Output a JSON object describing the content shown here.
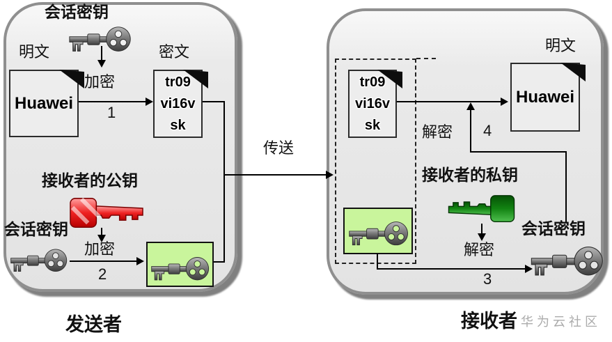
{
  "sender": {
    "panel_label": "发送者",
    "session_key_top_label": "会话密钥",
    "plaintext_label": "明文",
    "plaintext_doc_text": "Huawei",
    "encrypt_step1_label": "加密",
    "step1_number": "1",
    "ciphertext_label": "密文",
    "cipher_doc_lines": [
      "tr09",
      "vi16v",
      "sk"
    ],
    "receiver_public_key_label": "接收者的公钥",
    "session_key_bottom_label": "会话密钥",
    "encrypt_step2_label": "加密",
    "step2_number": "2"
  },
  "transmission_label": "传送",
  "receiver": {
    "panel_label": "接收者",
    "cipher_doc_lines": [
      "tr09",
      "vi16v",
      "sk"
    ],
    "decrypt_step4_label": "解密",
    "step4_number": "4",
    "plaintext_label": "明文",
    "plaintext_doc_text": "Huawei",
    "receiver_private_key_label": "接收者的私钥",
    "decrypt_step3_label": "解密",
    "session_key_label": "会话密钥",
    "step3_number": "3"
  },
  "watermark_text": "华为云社区",
  "icons": {
    "session_key": "skeleton-key-icon",
    "public_key": "red-flat-key-icon",
    "private_key": "green-flat-key-icon",
    "document": "folded-corner-document-icon"
  },
  "colors": {
    "panel_fill": "#e8e8e8",
    "panel_border": "#8f8f8f",
    "highlight_green": "#c9f59c",
    "public_key_red": "#d40000",
    "private_key_green": "#0b6e0b",
    "session_key_gray": "#6f6f6f",
    "watermark_gray": "#ababab"
  }
}
